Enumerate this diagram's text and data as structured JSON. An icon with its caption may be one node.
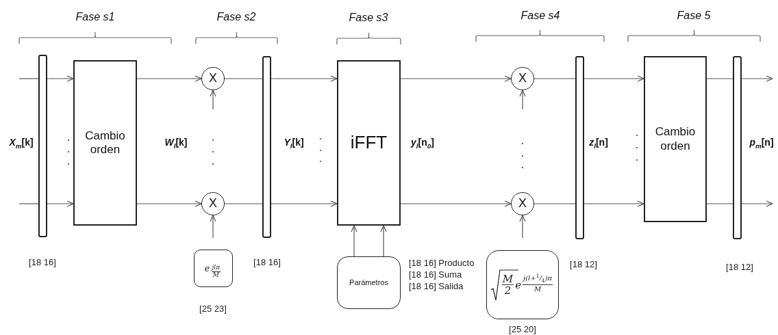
{
  "diagram": {
    "nodes": [
      {
        "text": [],
        "shape": "bar",
        "beside": [
          "[18 16]"
        ]
      },
      {
        "text": [
          "Cambio orden"
        ]
      },
      {
        "text": [
          "X"
        ]
      },
      {
        "text": [
          "X"
        ]
      },
      {
        "text": [
          "e",
          "jlπ",
          "M"
        ],
        "beside": [
          "[25 23]"
        ]
      },
      {
        "text": [],
        "shape": "bar",
        "beside": [
          "[18 16]"
        ]
      },
      {
        "text": [
          "iFFT"
        ]
      },
      {
        "text": [
          "Parámetros"
        ],
        "beside": [
          "[18 16] Producto",
          "[18 16] Suma",
          "[18 16] Salida"
        ]
      },
      {
        "text": [
          "X"
        ]
      },
      {
        "text": [
          "X"
        ]
      },
      {
        "text": [
          "M",
          "2",
          "e",
          "j(l+$^{1}$/$_{4}$)π",
          "M"
        ],
        "beside": [
          "[25 20]"
        ]
      },
      {
        "text": [],
        "shape": "bar"
      },
      {
        "text": [
          "Cambio orden"
        ]
      },
      {
        "text": [],
        "shape": "bar",
        "beside": [
          "[18 12]"
        ]
      }
    ],
    "edges": [
      {
        "from": null,
        "to": 0,
        "arrow": "none"
      },
      {
        "from": 0,
        "to": 1,
        "arrow": "to"
      },
      {
        "from": 1,
        "to": 2,
        "arrow": "to"
      },
      {
        "from": 2,
        "to": 5,
        "arrow": "none"
      },
      {
        "from": 5,
        "to": 6,
        "arrow": "to"
      },
      {
        "from": 6,
        "to": 8,
        "arrow": "to"
      },
      {
        "from": 8,
        "to": 11,
        "arrow": "none"
      },
      {
        "from": 11,
        "to": 12,
        "arrow": "to"
      },
      {
        "from": 12,
        "to": 13,
        "arrow": "none"
      },
      {
        "from": 13,
        "to": null,
        "arrow": "to"
      },
      {
        "from": null,
        "to": 0,
        "arrow": "none"
      },
      {
        "from": 0,
        "to": 1,
        "arrow": "to"
      },
      {
        "from": 1,
        "to": 3,
        "arrow": "to"
      },
      {
        "from": 3,
        "to": 5,
        "arrow": "none"
      },
      {
        "from": 5,
        "to": 6,
        "arrow": "to"
      },
      {
        "from": 6,
        "to": 9,
        "arrow": "to"
      },
      {
        "from": 9,
        "to": 11,
        "arrow": "none"
      },
      {
        "from": 11,
        "to": 12,
        "arrow": "to"
      },
      {
        "from": 12,
        "to": 13,
        "arrow": "none"
      },
      {
        "from": 13,
        "to": null,
        "arrow": "to"
      },
      {
        "from": null,
        "to": 2,
        "arrow": "to"
      },
      {
        "from": null,
        "to": 3,
        "arrow": "to"
      },
      {
        "from": 7,
        "to": 6,
        "arrow": "to"
      },
      {
        "from": 7,
        "to": 6,
        "arrow": "to"
      },
      {
        "from": null,
        "to": 8,
        "arrow": "to"
      },
      {
        "from": null,
        "to": 9,
        "arrow": "to"
      }
    ],
    "labels": [
      "Fase s1",
      "Fase s2",
      "Fase s3",
      "Fase s4",
      "Fase 5",
      "*X*$_{m}$[k]",
      "*W*$_{l}$[k]",
      "*Y*$_{l}$[k]",
      "*y*$_{l}$[n$_{0}$]",
      "*z*$_{l}$[n]",
      "*p*$_{m}$[n]",
      "[18 12]"
    ]
  }
}
